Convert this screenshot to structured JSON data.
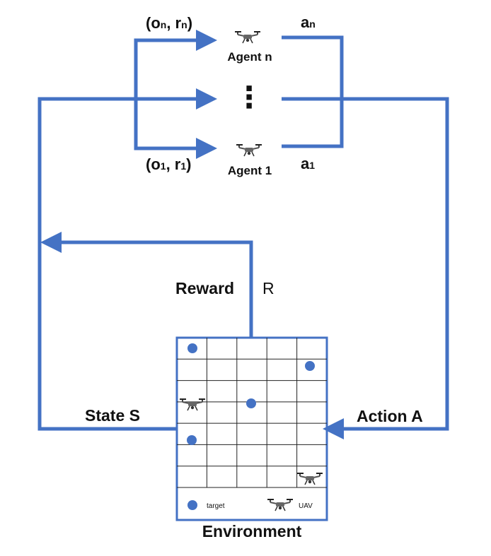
{
  "diagram": {
    "agents": {
      "top": {
        "label": "Agent n",
        "obs": "(o",
        "obs_sub": "n",
        "mid": ", r",
        "rew_sub": "n",
        "close": ")",
        "action": "a",
        "action_sub": "n"
      },
      "bottom": {
        "label": "Agent 1",
        "obs": "(o",
        "obs_sub": "1",
        "mid": ", r",
        "rew_sub": "1",
        "close": ")",
        "action": "a",
        "action_sub": "1"
      },
      "ellipsis": "⋮"
    },
    "reward": {
      "label": "Reward",
      "symbol": "R"
    },
    "state": {
      "label": "State S"
    },
    "action": {
      "label": "Action A"
    },
    "environment": {
      "label": "Environment",
      "grid_rows": 7,
      "grid_cols": 5,
      "legend": {
        "target": "target",
        "uav": "UAV"
      }
    },
    "colors": {
      "arrow": "#4472C4",
      "target": "#4472C4",
      "grid": "#222222"
    },
    "icons": {
      "agent": "drone-icon",
      "target": "target-dot-icon",
      "uav": "uav-drone-icon"
    }
  }
}
